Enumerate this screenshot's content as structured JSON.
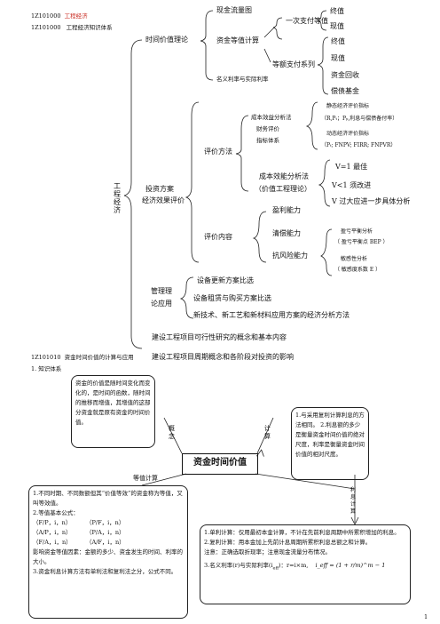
{
  "header": {
    "code1": "1Z101000",
    "title1": "工程经济",
    "code2": "1Z101000",
    "title2": "工程经济知识体系"
  },
  "mindmap": {
    "root": "工程经济",
    "time_value": {
      "label": "时间价值理论",
      "cashflow": "现金流量图",
      "equiv": "资金等值计算",
      "single": "一次支付等值",
      "single_items": [
        "终值",
        "现值"
      ],
      "annuity": "等额支付系列",
      "annuity_items": [
        "终值",
        "现值",
        "资金回收",
        "偿债基金"
      ],
      "rate": "名义利率与实际利率"
    },
    "investment": {
      "label_line1": "投资方案",
      "label_line2": "经济效果评价",
      "method": "评价方法",
      "cost_eff": "成本效益分析法",
      "fin": "财务评价",
      "indicator": "指标体系",
      "static_label": "静态经济评价指标",
      "static_formula": "（R,Pₜ；Pₚ,利息与偿债备付率）",
      "dynamic_label": "动态经济评价指标",
      "dynamic_formula": "（Pₜ; FNPV; FIRR; FNPVR）",
      "cost_benefit_line1": "成本效能分析法",
      "cost_benefit_line2": "（价值工程理论）",
      "v_items": [
        "V=1 最佳",
        "V<1 须改进",
        "V 过大应进一步具体分析"
      ],
      "content": "评价内容",
      "profit": "盈利能力",
      "solvency": "清偿能力",
      "risk": "抗风险能力",
      "risk_items": [
        "盈亏平衡分析",
        "（ 盈亏平衡点 BEP ）",
        "敏感性分析",
        "（ 敏感度系数 E ）"
      ]
    },
    "manage": {
      "label_line1": "管理理",
      "label_line2": "论应用",
      "items": [
        "设备更新方案比选",
        "设备租赁与购买方案比选",
        "新技术、新工艺和新材料应用方案的经济分析方法"
      ]
    },
    "feasibility": "建设工程项目可行性研究的概念和基本内容",
    "lifecycle": "建设工程项目周期概念和各阶段对投资的影响"
  },
  "section": {
    "code": "1Z101010",
    "title": "资金时间价值的计算与应用",
    "sub": "1.  知识体系"
  },
  "diagram": {
    "center": "资金时间价值",
    "arrow_concept": "概念",
    "arrow_calc": "计算",
    "arrow_equiv": "等值计算",
    "arrow_interest": "利息计算",
    "concept_box": "资金的价值是随时间变化而变化的，是时间的函数，随时间的推移而增值，其增值的这部分资金就是原有资金的时间价值。",
    "calc_box": "1.与采用复利计算利息的方法相同。 2.利息额的多少是衡量资金时间价值的绝对尺度，利率是衡量资金时间价值的相对尺度。",
    "equiv_box": {
      "line1": "1.不同时期、不同数额但其“价值等效”的资金称为等值，又叫等效值。",
      "line2": "2.等值基本公式：",
      "f_row1": [
        "（F/P，i，n）",
        "（P/F，i，n）"
      ],
      "f_row2": [
        "（A/P，i，n）",
        "（P/A，i，n）"
      ],
      "f_row3": [
        "（F/A，i，n）",
        "（A/F，i，n）"
      ],
      "line3": "影响资金等值因素：金额的多少、资金发生的时间、利率的大小。",
      "line4": "3.资金利息计算方法有单利法和复利法之分，公式不同。"
    },
    "interest_box": {
      "line1": "1.单利计算：仅用最初本金计算，不计在先前利息周期中所累积增加的利息。",
      "line2": "2.复利计算：用本金加上先前计息周期所累积利息总额之和计算。",
      "line3": "注意：正确选取折现率；注意现金流量分布情况。",
      "line4_prefix": "3.名义利率(r)与实际利率(i",
      "line4_sub": "eff",
      "line4_mid": ")：r=i×m,",
      "formula": "i_eff = (1 + r/m)^m − 1"
    }
  },
  "page_number": "1"
}
